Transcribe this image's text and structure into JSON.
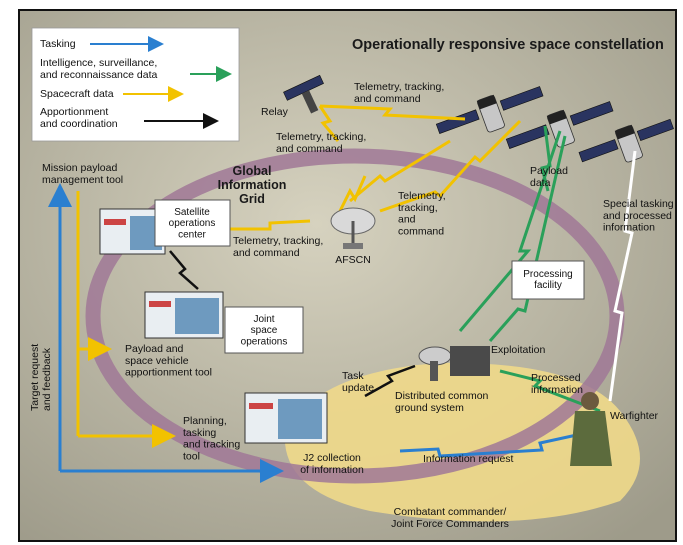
{
  "title": "Operationally responsive space constellation",
  "legend": [
    {
      "label": "Tasking",
      "color": "#2a7fd0"
    },
    {
      "label": "Intelligence, surveillance,|and reconnaissance data",
      "color": "#2aa05a"
    },
    {
      "label": "Spacecraft data",
      "color": "#f2c200"
    },
    {
      "label": "Apportionment|and coordination",
      "color": "#111111"
    }
  ],
  "grid_label": "Global|Information|Grid",
  "boxes": {
    "soc": "Satellite|operations|center",
    "jso": "Joint|space|operations",
    "processing": "Processing|facility"
  },
  "labels": {
    "relay": "Relay",
    "ttc_top": "Telemetry, tracking,|and command",
    "ttc_mid": "Telemetry, tracking,|and command",
    "ttc_right": "Telemetry,|tracking,|and|command",
    "ttc_left": "Telemetry, tracking,|and command",
    "afscn": "AFSCN",
    "payload_data": "Payload|data",
    "special_tasking": "Special tasking|and processed|information",
    "mission_tool": "Mission payload|management tool",
    "target_request": "Target request|and feedback",
    "apportionment_tool": "Payload and|space vehicle|apportionment tool",
    "planning_tool": "Planning,|tasking|and tracking|tool",
    "task_update": "Task|update",
    "exploitation": "Exploitation",
    "dcgs": "Distributed common|ground system",
    "processed_info": "Processed|information",
    "warfighter": "Warfighter",
    "j2": "J2 collection|of information",
    "info_request": "Information request",
    "commanders": "Combatant commander/|Joint Force Commanders"
  }
}
